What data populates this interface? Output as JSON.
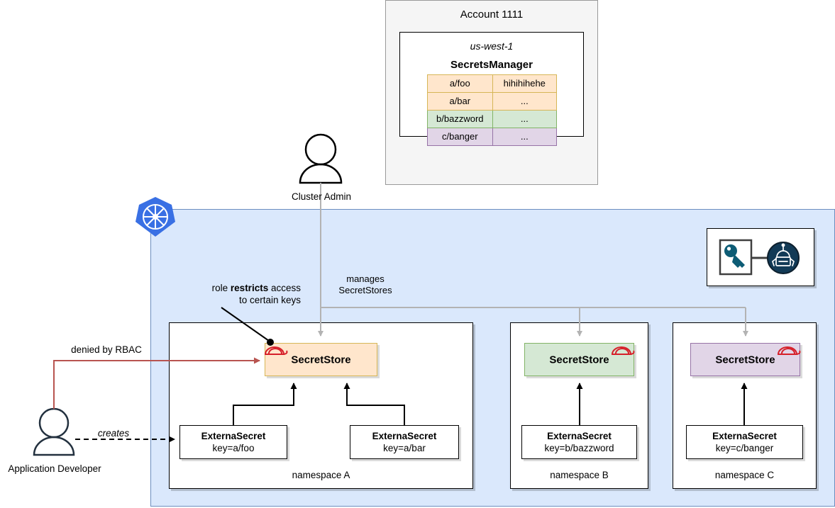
{
  "account": {
    "title": "Account 1111",
    "region": "us-west-1",
    "service": "SecretsManager",
    "table": {
      "rows": [
        {
          "key": "a/foo",
          "value": "hihihihehe",
          "bg": "#ffe6cc",
          "border": "#d6b656"
        },
        {
          "key": "a/bar",
          "value": "...",
          "bg": "#ffe6cc",
          "border": "#d6b656"
        },
        {
          "key": "b/bazzword",
          "value": "...",
          "bg": "#d5e8d4",
          "border": "#82b366"
        },
        {
          "key": "c/banger",
          "value": "...",
          "bg": "#e1d5e7",
          "border": "#9673a6"
        }
      ]
    }
  },
  "cluster": {
    "logo_name": "kubernetes-logo",
    "bg_color": "#dae8fc",
    "border_color": "#6c8ebf"
  },
  "eso": {
    "logo_name": "external-secrets-operator-logo",
    "key_color": "#0d5c75",
    "robot_color": "#123a56"
  },
  "actors": {
    "cluster_admin": "Cluster Admin",
    "app_developer": "Application Developer"
  },
  "annotations": {
    "role_note_line1_pre": "role ",
    "role_note_bold": "restricts",
    "role_note_line1_post": " access",
    "role_note_line2": "to certain keys",
    "manages_line1": "manages",
    "manages_line2": "SecretStores",
    "denied_by_rbac": "denied by RBAC",
    "creates": "creates"
  },
  "namespaces": [
    {
      "label": "namespace A",
      "secretstore": {
        "label": "SecretStore",
        "bg": "#ffe6cc",
        "border": "#d6b656",
        "badge": "helm-icon"
      },
      "externalsecrets": [
        {
          "title": "ExternaSecret",
          "sub": "key=a/foo"
        },
        {
          "title": "ExternaSecret",
          "sub": "key=a/bar"
        }
      ]
    },
    {
      "label": "namespace B",
      "secretstore": {
        "label": "SecretStore",
        "bg": "#d5e8d4",
        "border": "#82b366",
        "badge": "helm-icon"
      },
      "externalsecrets": [
        {
          "title": "ExternaSecret",
          "sub": "key=b/bazzword"
        }
      ]
    },
    {
      "label": "namespace C",
      "secretstore": {
        "label": "SecretStore",
        "bg": "#e1d5e7",
        "border": "#9673a6",
        "badge": "helm-icon"
      },
      "externalsecrets": [
        {
          "title": "ExternaSecret",
          "sub": "key=c/banger"
        }
      ]
    }
  ],
  "colors": {
    "rbac_arrow": "#b85450",
    "manage_arrow": "#b3b3b3",
    "actor_stroke": "#23313f",
    "helm_red": "#d6202a"
  }
}
